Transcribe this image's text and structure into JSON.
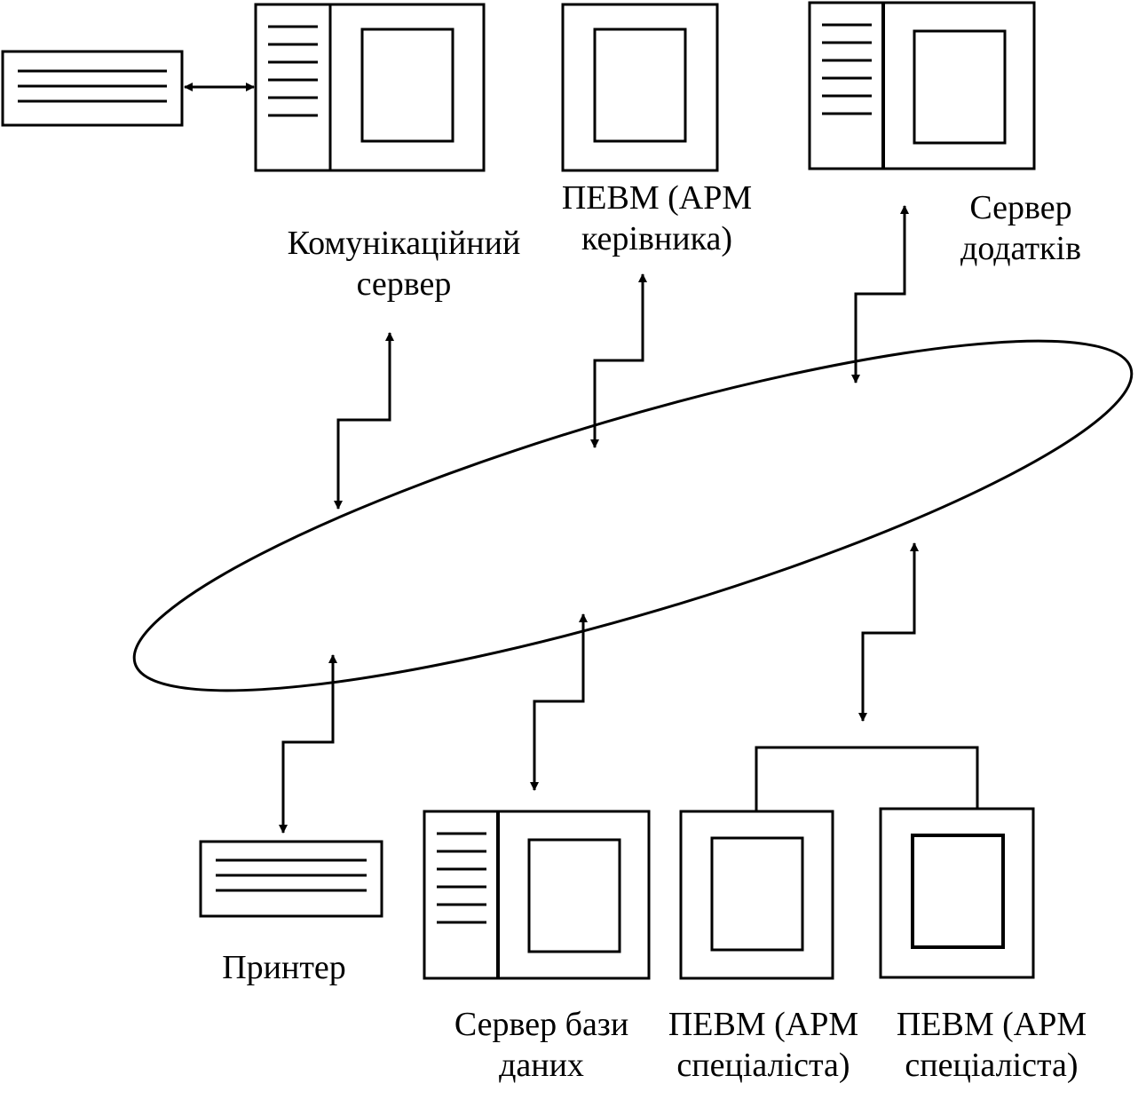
{
  "nodes": {
    "comm_server": {
      "line1": "Комунікаційний",
      "line2": "сервер"
    },
    "manager_pc": {
      "line1": "ПЕВМ (АРМ",
      "line2": "керівника)"
    },
    "app_server": {
      "line1": "Сервер",
      "line2": "додатків"
    },
    "printer": {
      "line1": "Принтер"
    },
    "db_server": {
      "line1": "Сервер бази",
      "line2": "даних"
    },
    "specialist_pc_1": {
      "line1": "ПЕВМ (АРМ",
      "line2": "спеціаліста)"
    },
    "specialist_pc_2": {
      "line1": "ПЕВМ (АРМ",
      "line2": "спеціаліста)"
    }
  },
  "colors": {
    "stroke": "#000000",
    "background": "#ffffff"
  }
}
